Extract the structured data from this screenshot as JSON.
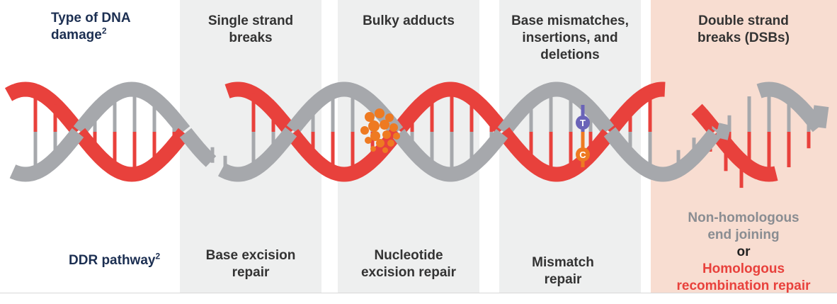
{
  "row_labels": {
    "damage": {
      "text": "Type of DNA damage",
      "sup": "2"
    },
    "pathway": {
      "text": "DDR pathway",
      "sup": "2"
    }
  },
  "columns": [
    {
      "damage": "Single strand breaks",
      "pathway": "Base excision repair"
    },
    {
      "damage": "Bulky adducts",
      "pathway": "Nucleotide excision repair"
    },
    {
      "damage": "Base mismatches, insertions, and deletions",
      "pathway": "Mismatch repair"
    },
    {
      "damage": "Double strand breaks (DSBs)",
      "pathway_lines": [
        {
          "text": "Non-homologous end joining",
          "color": "#8a8d92"
        },
        {
          "text": "or",
          "color": "#222222"
        },
        {
          "text": "Homologous recombination repair",
          "color": "#e8413c"
        }
      ]
    }
  ],
  "mismatch_bases": {
    "top": "T",
    "bottom": "C"
  },
  "colors": {
    "strand_red": "#e8413c",
    "strand_gray": "#a6a8ac",
    "band_gray": "#eeefef",
    "band_pink": "#f8ddd1",
    "navy": "#1c2f52",
    "adduct_orange": "#ee7a22",
    "base_purple": "#6a63b8"
  }
}
